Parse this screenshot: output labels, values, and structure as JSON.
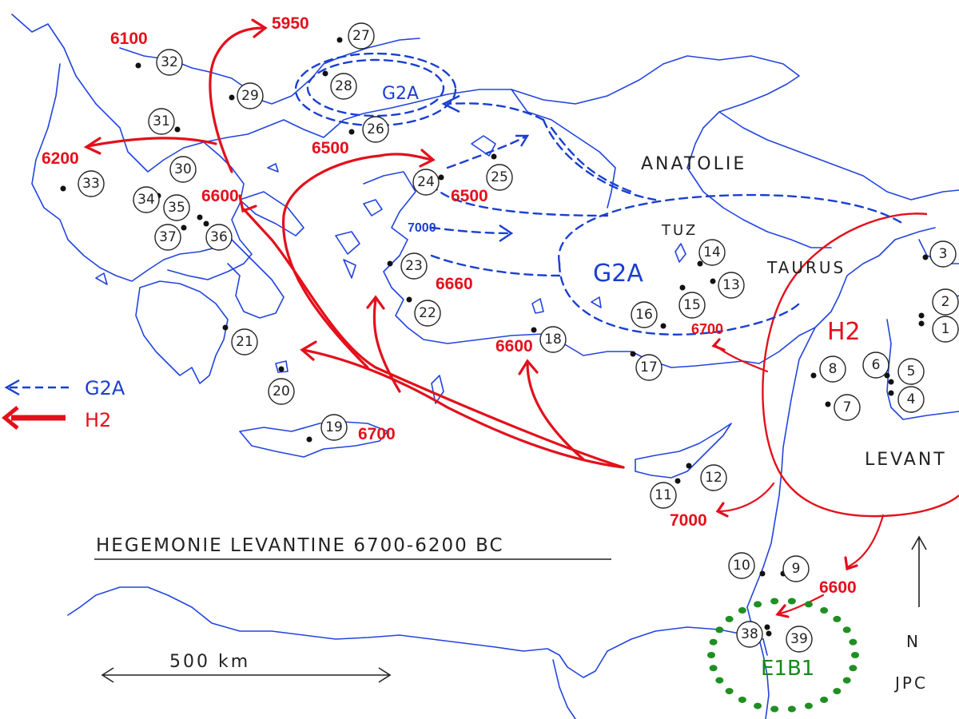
{
  "map": {
    "title": "HEGEMONIE LEVANTINE 6700-6200 BC",
    "scale_label": "500 km",
    "north_label": "N",
    "author": "JPC",
    "regions": {
      "anatolie": "ANATOLIE",
      "tuz": "TUZ",
      "taurus": "TAURUS",
      "levant": "LEVANT"
    },
    "haplogroups": {
      "g2a_north": "G2A",
      "g2a_anatolia": "G2A",
      "h2": "H2",
      "e1b1": "E1B1"
    },
    "legend": {
      "g2a": "G2A",
      "h2": "H2"
    },
    "dates": {
      "d6100": "6100",
      "d5950": "5950",
      "d6200": "6200",
      "d6600_greece": "6600",
      "d6500_marmara": "6500",
      "d6500_aegean": "6500",
      "d7000_aegean": "7000",
      "d6660": "6660",
      "d6600_anatolia": "6600",
      "d6700_anatolia": "6700",
      "d6700_crete": "6700",
      "d7000_cyprus": "7000",
      "d6600_egypt": "6600"
    },
    "sites": [
      "1",
      "2",
      "3",
      "4",
      "5",
      "6",
      "7",
      "8",
      "9",
      "10",
      "11",
      "12",
      "13",
      "14",
      "15",
      "16",
      "17",
      "18",
      "19",
      "20",
      "21",
      "22",
      "23",
      "24",
      "25",
      "26",
      "27",
      "28",
      "29",
      "30",
      "31",
      "32",
      "33",
      "34",
      "35",
      "36",
      "37",
      "38",
      "39"
    ]
  }
}
